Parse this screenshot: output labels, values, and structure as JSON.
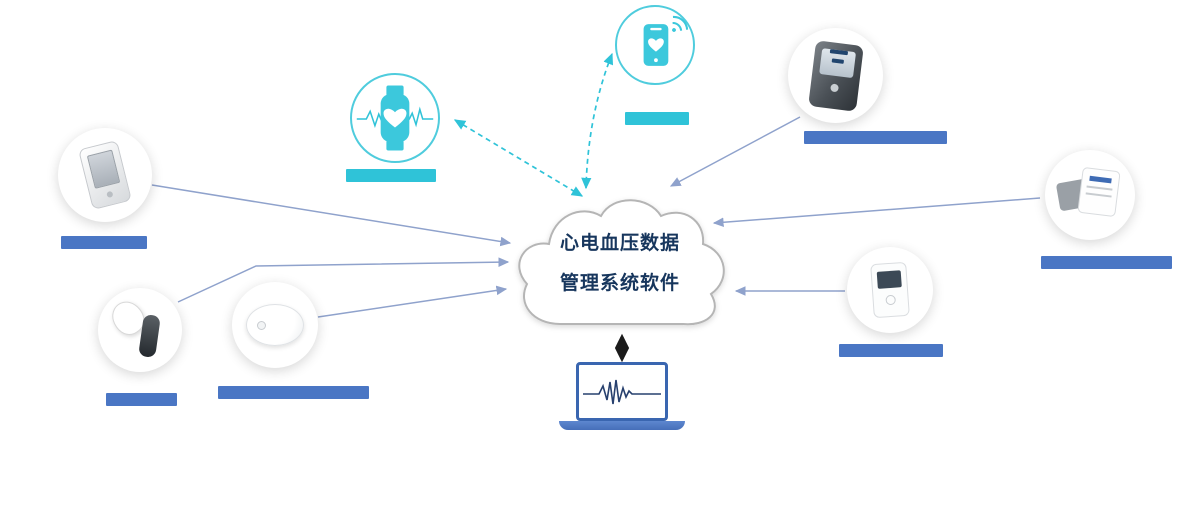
{
  "cloud": {
    "line1": "心电血压数据",
    "line2": "管理系统软件"
  },
  "nodes": [
    {
      "id": "smartwatch",
      "kind": "icon",
      "icon": "smartwatch-heart-ecg",
      "label_bar_color": "#2fc3d8"
    },
    {
      "id": "smartphone",
      "kind": "icon",
      "icon": "smartphone-heart-wifi",
      "label_bar_color": "#2fc3d8"
    },
    {
      "id": "ecg-recorder-device",
      "kind": "photo",
      "label_bar_color": "#4a76c4"
    },
    {
      "id": "ear-device",
      "kind": "photo",
      "label_bar_color": "#4a76c4"
    },
    {
      "id": "round-patch-device",
      "kind": "photo",
      "label_bar_color": "#4a76c4"
    },
    {
      "id": "bp-monitor-device",
      "kind": "photo",
      "label_bar_color": "#4a76c4"
    },
    {
      "id": "boxed-device",
      "kind": "photo",
      "label_bar_color": "#4a76c4"
    },
    {
      "id": "holter-device",
      "kind": "photo",
      "label_bar_color": "#4a76c4"
    },
    {
      "id": "laptop",
      "kind": "icon",
      "icon": "laptop-ecg-screen"
    }
  ],
  "connections": [
    {
      "from": "smartwatch",
      "to": "cloud",
      "style": "dashed",
      "color": "#2fc3d8",
      "arrows": "both"
    },
    {
      "from": "smartphone",
      "to": "cloud",
      "style": "dashed",
      "color": "#2fc3d8",
      "arrows": "both"
    },
    {
      "from": "ecg-recorder-device",
      "to": "cloud",
      "style": "solid",
      "color": "#8fa2cc",
      "arrows": "to"
    },
    {
      "from": "ear-device",
      "to": "cloud",
      "style": "solid",
      "color": "#8fa2cc",
      "arrows": "to"
    },
    {
      "from": "round-patch-device",
      "to": "cloud",
      "style": "solid",
      "color": "#8fa2cc",
      "arrows": "to"
    },
    {
      "from": "bp-monitor-device",
      "to": "cloud",
      "style": "solid",
      "color": "#8fa2cc",
      "arrows": "to"
    },
    {
      "from": "boxed-device",
      "to": "cloud",
      "style": "solid",
      "color": "#8fa2cc",
      "arrows": "to"
    },
    {
      "from": "holter-device",
      "to": "cloud",
      "style": "solid",
      "color": "#8fa2cc",
      "arrows": "to"
    },
    {
      "from": "cloud",
      "to": "laptop",
      "style": "solid",
      "color": "#1b1b1b",
      "arrows": "both"
    }
  ],
  "colors": {
    "accent_cyan": "#2fc3d8",
    "label_blue": "#4a76c4",
    "connector": "#8fa2cc",
    "cloud_text": "#17365d",
    "cloud_outline": "#b5b5b5",
    "laptop_frame": "#3a66b0",
    "dark_arrow": "#1b1b1b"
  }
}
